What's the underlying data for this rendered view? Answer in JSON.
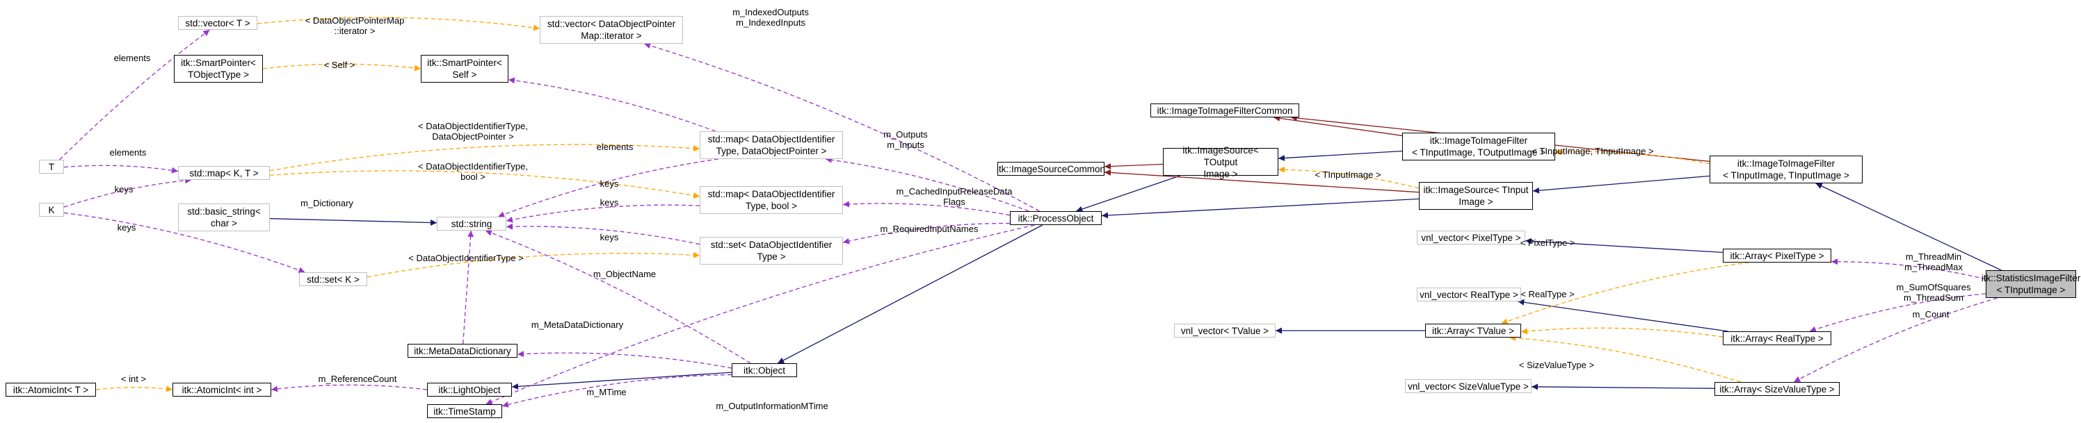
{
  "colors": {
    "inherit": "#191970",
    "member": "#9a32cd",
    "template": "#ffa500",
    "protected": "#8b1a1a",
    "node_border": "#000000",
    "node_border_external": "#bfbfbf",
    "focus_fill": "#bfbfbf"
  },
  "nodes": [
    {
      "id": "vec_t",
      "text": "std::vector< T >",
      "style": "grey"
    },
    {
      "id": "vec_dop",
      "text": "std::vector< DataObjectPointer\nMap::iterator >",
      "style": "grey"
    },
    {
      "id": "sp_tot",
      "text": "itk::SmartPointer<\nTObjectType >",
      "style": "solid"
    },
    {
      "id": "sp_self",
      "text": "itk::SmartPointer<\nSelf >",
      "style": "solid"
    },
    {
      "id": "t",
      "text": "T",
      "style": "grey"
    },
    {
      "id": "k",
      "text": "K",
      "style": "grey"
    },
    {
      "id": "map_kt",
      "text": "std::map< K, T >",
      "style": "grey"
    },
    {
      "id": "basic_string",
      "text": "std::basic_string<\nchar >",
      "style": "grey"
    },
    {
      "id": "string",
      "text": "std::string",
      "style": "grey"
    },
    {
      "id": "set_k",
      "text": "std::set< K >",
      "style": "grey"
    },
    {
      "id": "map_doi_dop",
      "text": "std::map< DataObjectIdentifier\nType, DataObjectPointer >",
      "style": "grey"
    },
    {
      "id": "map_doi_bool",
      "text": "std::map< DataObjectIdentifier\nType, bool >",
      "style": "grey"
    },
    {
      "id": "set_doi",
      "text": "std::set< DataObjectIdentifier\nType >",
      "style": "grey"
    },
    {
      "id": "meta_dict",
      "text": "itk::MetaDataDictionary",
      "style": "solid"
    },
    {
      "id": "atomic_t",
      "text": "itk::AtomicInt< T >",
      "style": "solid"
    },
    {
      "id": "atomic_int",
      "text": "itk::AtomicInt< int >",
      "style": "solid"
    },
    {
      "id": "light_object",
      "text": "itk::LightObject",
      "style": "solid"
    },
    {
      "id": "timestamp",
      "text": "itk::TimeStamp",
      "style": "solid"
    },
    {
      "id": "object",
      "text": "itk::Object",
      "style": "solid"
    },
    {
      "id": "process_object",
      "text": "itk::ProcessObject",
      "style": "solid"
    },
    {
      "id": "img_src_common",
      "text": "itk::ImageSourceCommon",
      "style": "solid"
    },
    {
      "id": "img_src_tout",
      "text": "itk::ImageSource< TOutput\nImage >",
      "style": "solid"
    },
    {
      "id": "img_src_tin",
      "text": "itk::ImageSource< TInput\nImage >",
      "style": "solid"
    },
    {
      "id": "i2i_common",
      "text": "itk::ImageToImageFilterCommon",
      "style": "solid"
    },
    {
      "id": "i2i_tout",
      "text": "itk::ImageToImageFilter\n< TInputImage, TOutputImage >",
      "style": "solid"
    },
    {
      "id": "i2i_tin",
      "text": "itk::ImageToImageFilter\n< TInputImage, TInputImage >",
      "style": "solid"
    },
    {
      "id": "vnl_pixel",
      "text": "vnl_vector< PixelType >",
      "style": "grey"
    },
    {
      "id": "vnl_real",
      "text": "vnl_vector< RealType >",
      "style": "grey"
    },
    {
      "id": "vnl_tvalue",
      "text": "vnl_vector< TValue >",
      "style": "grey"
    },
    {
      "id": "vnl_size",
      "text": "vnl_vector< SizeValueType >",
      "style": "grey"
    },
    {
      "id": "arr_tvalue",
      "text": "itk::Array< TValue >",
      "style": "solid"
    },
    {
      "id": "arr_pixel",
      "text": "itk::Array< PixelType >",
      "style": "solid"
    },
    {
      "id": "arr_real",
      "text": "itk::Array< RealType >",
      "style": "solid"
    },
    {
      "id": "arr_size",
      "text": "itk::Array< SizeValueType >",
      "style": "solid"
    },
    {
      "id": "stats_filter",
      "text": "itk::StatisticsImageFilter\n< TInputImage >",
      "style": "focus"
    }
  ],
  "edges": [
    {
      "from": "vec_dop",
      "to": "vec_t",
      "kind": "template",
      "label": "< DataObjectPointerMap\n::iterator >"
    },
    {
      "from": "vec_t",
      "to": "t",
      "kind": "member",
      "label": "elements"
    },
    {
      "from": "sp_self",
      "to": "sp_tot",
      "kind": "template",
      "label": "< Self >"
    },
    {
      "from": "map_kt",
      "to": "t",
      "kind": "member",
      "label": "elements"
    },
    {
      "from": "map_kt",
      "to": "k",
      "kind": "member",
      "label": "keys"
    },
    {
      "from": "set_k",
      "to": "k",
      "kind": "member",
      "label": "keys"
    },
    {
      "from": "map_doi_dop",
      "to": "map_kt",
      "kind": "template",
      "label": "< DataObjectIdentifierType,\nDataObjectPointer >"
    },
    {
      "from": "map_doi_bool",
      "to": "map_kt",
      "kind": "template",
      "label": "< DataObjectIdentifierType,\nbool >"
    },
    {
      "from": "set_doi",
      "to": "set_k",
      "kind": "template",
      "label": "< DataObjectIdentifierType >"
    },
    {
      "from": "string",
      "to": "basic_string",
      "kind": "inherit",
      "label": ""
    },
    {
      "from": "string",
      "to": "map_doi_dop",
      "kind": "member",
      "label": "keys"
    },
    {
      "from": "string",
      "to": "map_doi_bool",
      "kind": "member",
      "label": "keys"
    },
    {
      "from": "string",
      "to": "set_doi",
      "kind": "member",
      "label": "keys"
    },
    {
      "from": "string",
      "to": "meta_dict",
      "kind": "member",
      "label": "m_Dictionary"
    },
    {
      "from": "sp_self",
      "to": "map_doi_dop",
      "kind": "member",
      "label": "elements"
    },
    {
      "from": "vec_dop",
      "to": "process_object",
      "kind": "member",
      "label": "m_IndexedOutputs\nm_IndexedInputs"
    },
    {
      "from": "map_doi_dop",
      "to": "process_object",
      "kind": "member",
      "label": "m_Outputs\nm_Inputs"
    },
    {
      "from": "map_doi_bool",
      "to": "process_object",
      "kind": "member",
      "label": "m_CachedInputReleaseData\nFlags"
    },
    {
      "from": "set_doi",
      "to": "process_object",
      "kind": "member",
      "label": "m_RequiredInputNames"
    },
    {
      "from": "string",
      "to": "object",
      "kind": "member",
      "label": "m_ObjectName"
    },
    {
      "from": "meta_dict",
      "to": "object",
      "kind": "member",
      "label": "m_MetaDataDictionary"
    },
    {
      "from": "atomic_int",
      "to": "atomic_t",
      "kind": "template",
      "label": "< int >"
    },
    {
      "from": "atomic_int",
      "to": "light_object",
      "kind": "member",
      "label": "m_ReferenceCount"
    },
    {
      "from": "light_object",
      "to": "object",
      "kind": "inherit",
      "label": ""
    },
    {
      "from": "timestamp",
      "to": "object",
      "kind": "member",
      "label": "m_MTime"
    },
    {
      "from": "timestamp",
      "to": "process_object",
      "kind": "member",
      "label": "m_OutputInformationMTime"
    },
    {
      "from": "object",
      "to": "process_object",
      "kind": "inherit",
      "label": ""
    },
    {
      "from": "process_object",
      "to": "img_src_tout",
      "kind": "inherit",
      "label": ""
    },
    {
      "from": "process_object",
      "to": "img_src_tin",
      "kind": "inherit",
      "label": ""
    },
    {
      "from": "img_src_common",
      "to": "img_src_tout",
      "kind": "protected",
      "label": ""
    },
    {
      "from": "img_src_common",
      "to": "img_src_tin",
      "kind": "protected",
      "label": ""
    },
    {
      "from": "img_src_tout",
      "to": "i2i_tout",
      "kind": "inherit",
      "label": ""
    },
    {
      "from": "img_src_tout",
      "to": "img_src_tin",
      "kind": "template",
      "label": "< TInputImage >"
    },
    {
      "from": "i2i_common",
      "to": "i2i_tout",
      "kind": "protected",
      "label": ""
    },
    {
      "from": "i2i_common",
      "to": "i2i_tin",
      "kind": "protected",
      "label": ""
    },
    {
      "from": "i2i_tout",
      "to": "i2i_tin",
      "kind": "template",
      "label": "< TInputImage, TInputImage >"
    },
    {
      "from": "img_src_tin",
      "to": "i2i_tin",
      "kind": "inherit",
      "label": ""
    },
    {
      "from": "i2i_tin",
      "to": "stats_filter",
      "kind": "inherit",
      "label": ""
    },
    {
      "from": "vnl_pixel",
      "to": "arr_pixel",
      "kind": "inherit",
      "label": ""
    },
    {
      "from": "vnl_real",
      "to": "arr_real",
      "kind": "inherit",
      "label": ""
    },
    {
      "from": "vnl_tvalue",
      "to": "arr_tvalue",
      "kind": "inherit",
      "label": ""
    },
    {
      "from": "vnl_size",
      "to": "arr_size",
      "kind": "inherit",
      "label": ""
    },
    {
      "from": "arr_tvalue",
      "to": "arr_pixel",
      "kind": "template",
      "label": "< PixelType >"
    },
    {
      "from": "arr_tvalue",
      "to": "arr_real",
      "kind": "template",
      "label": "< RealType >"
    },
    {
      "from": "arr_tvalue",
      "to": "arr_size",
      "kind": "template",
      "label": "< SizeValueType >"
    },
    {
      "from": "arr_pixel",
      "to": "stats_filter",
      "kind": "member",
      "label": "m_ThreadMin\nm_ThreadMax"
    },
    {
      "from": "arr_real",
      "to": "stats_filter",
      "kind": "member",
      "label": "m_SumOfSquares\nm_ThreadSum"
    },
    {
      "from": "arr_size",
      "to": "stats_filter",
      "kind": "member",
      "label": "m_Count"
    }
  ]
}
